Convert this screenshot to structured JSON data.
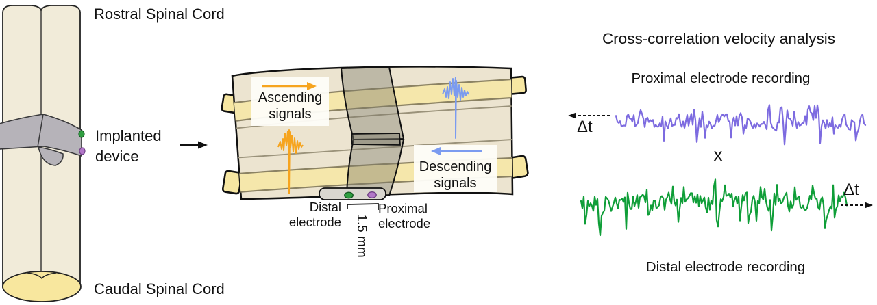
{
  "figure": {
    "left": {
      "rostral_label": "Rostral Spinal Cord",
      "implant_label_line1": "Implanted",
      "implant_label_line2": "device",
      "caudal_label": "Caudal Spinal Cord"
    },
    "device": {
      "ascending_line1": "Ascending",
      "ascending_line2": "signals",
      "descending_line1": "Descending",
      "descending_line2": "signals",
      "distal_label_line1": "Distal",
      "distal_label_line2": "electrode",
      "proximal_label_line1": "Proximal",
      "proximal_label_line2": "electrode",
      "spacing_label": "1.5 mm"
    },
    "analysis": {
      "title": "Cross-correlation velocity analysis",
      "proximal_trace_label": "Proximal electrode recording",
      "distal_trace_label": "Distal electrode recording",
      "delta_t_left": "Δt",
      "delta_t_right": "Δt",
      "multiply_symbol": "x"
    }
  },
  "colors": {
    "ascending_orange": "#F6A41E",
    "descending_blue": "#7B9BF0",
    "proximal_purple": "#7D6BE0",
    "distal_green": "#0F9E38",
    "electrode_green": "#2F9E40",
    "electrode_purple": "#B277C8",
    "cord_fill": "#F1EBD9",
    "cord_cap_yellow": "#F8E79E",
    "band_gray": "#B6B3B9",
    "sheet_tan": "#ECE4D0",
    "tract_yellow": "#F5E7AB",
    "tract_edge": "#8B8263",
    "ink": "#111111"
  }
}
